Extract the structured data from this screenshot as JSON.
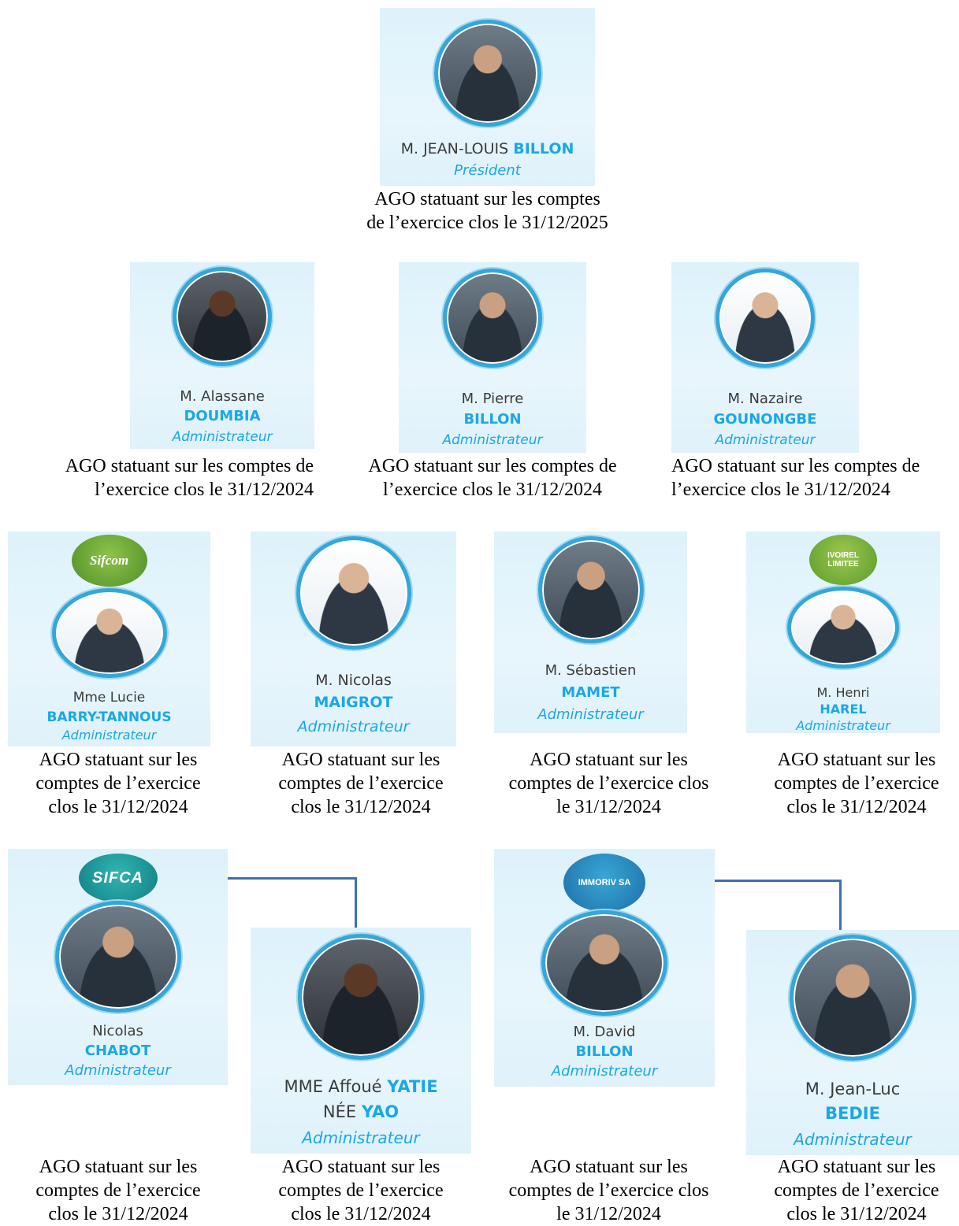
{
  "president": {
    "name": "M. JEAN-LOUIS",
    "surname": "BILLON",
    "role": "Président",
    "caption_1": "AGO statuant sur les comptes",
    "caption_2": "de l’exercice clos le 31/12/2025"
  },
  "row2": [
    {
      "name": "M. Alassane",
      "surname": "DOUMBIA",
      "role": "Administrateur",
      "caption_1": "AGO statuant sur les comptes de",
      "caption_2": "l’exercice clos le 31/12/2024"
    },
    {
      "name": "M. Pierre",
      "surname": "BILLON",
      "role": "Administrateur",
      "caption_1": "AGO statuant sur les comptes de",
      "caption_2": "l’exercice clos le 31/12/2024"
    },
    {
      "name": "M. Nazaire",
      "surname": "GOUNONGBE",
      "role": "Administrateur",
      "caption_1": "AGO statuant sur les comptes de",
      "caption_2": "l’exercice clos le 31/12/2024"
    }
  ],
  "row3": [
    {
      "logo": "Sifcom",
      "name": "Mme Lucie",
      "surname": "BARRY-TANNOUS",
      "role": "Administrateur",
      "caption_1": "AGO statuant sur les",
      "caption_2": "comptes de l’exercice",
      "caption_3": "clos le 31/12/2024"
    },
    {
      "name": "M. Nicolas",
      "surname": "MAIGROT",
      "role": "Administrateur",
      "caption_1": "AGO statuant sur les",
      "caption_2": "comptes de l’exercice",
      "caption_3": "clos le 31/12/2024"
    },
    {
      "name": "M. Sébastien",
      "surname": "MAMET",
      "role": "Administrateur",
      "caption_1": "AGO statuant sur les",
      "caption_2": "comptes de l’exercice clos",
      "caption_3": "le 31/12/2024"
    },
    {
      "logo_1": "IVOIREL",
      "logo_2": "LIMITEE",
      "name": "M. Henri",
      "surname": "HAREL",
      "role": "Administrateur",
      "caption_1": "AGO statuant sur les",
      "caption_2": "comptes de l’exercice",
      "caption_3": "clos le 31/12/2024"
    }
  ],
  "row4": [
    {
      "logo": "SIFCA",
      "name": "Nicolas",
      "surname": "CHABOT",
      "role": "Administrateur",
      "caption_1": "AGO statuant sur les",
      "caption_2": "comptes de l’exercice",
      "caption_3": "clos le 31/12/2024"
    },
    {
      "name": "MME Affoué",
      "surname": "YATIE",
      "name_2": "NÉE",
      "surname_2": "YAO",
      "role": "Administrateur",
      "caption_1": "AGO statuant sur les",
      "caption_2": "comptes de l’exercice",
      "caption_3": "clos le 31/12/2024"
    },
    {
      "logo": "IMMORIV SA",
      "name": "M. David",
      "surname": "BILLON",
      "role": "Administrateur",
      "caption_1": "AGO statuant sur les",
      "caption_2": "comptes de l’exercice clos",
      "caption_3": "le 31/12/2024"
    },
    {
      "name": "M. Jean-Luc",
      "surname": "BEDIE",
      "role": "Administrateur",
      "caption_1": "AGO statuant sur les",
      "caption_2": "comptes de l’exercice",
      "caption_3": "clos le 31/12/2024"
    }
  ]
}
